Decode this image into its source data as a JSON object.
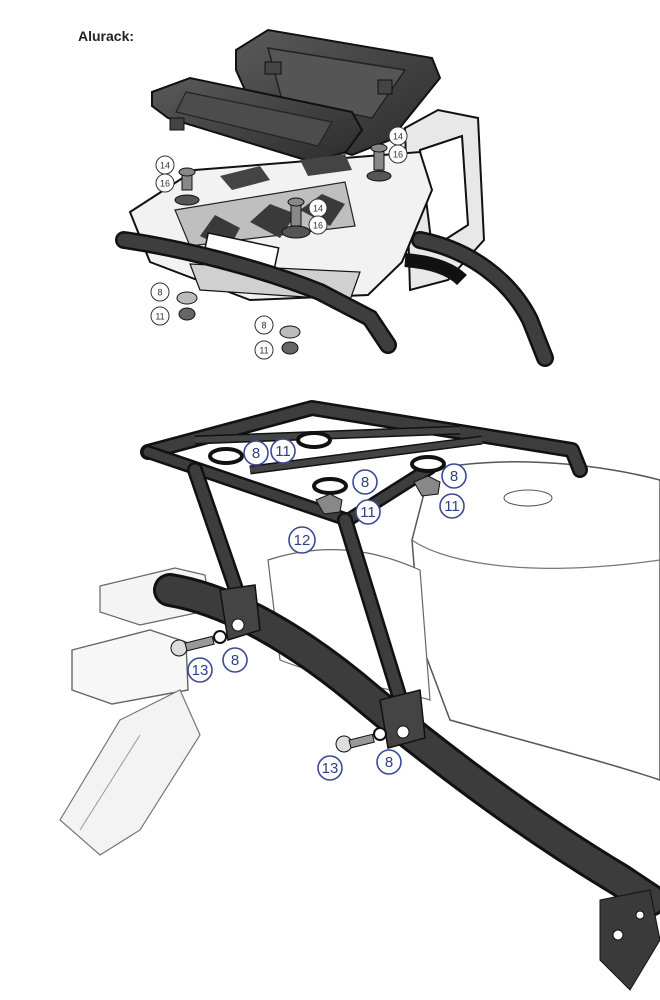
{
  "header": {
    "title": "Alurack:"
  },
  "top_callouts": [
    "14",
    "16",
    "14",
    "16",
    "14",
    "16",
    "8",
    "11",
    "8",
    "11"
  ],
  "bottom_callouts": [
    "8",
    "11",
    "8",
    "11",
    "8",
    "11",
    "12",
    "13",
    "8",
    "13",
    "8"
  ],
  "colors": {
    "callout": "#2e3f86",
    "line": "#222222",
    "part": "#3d3d3d"
  }
}
